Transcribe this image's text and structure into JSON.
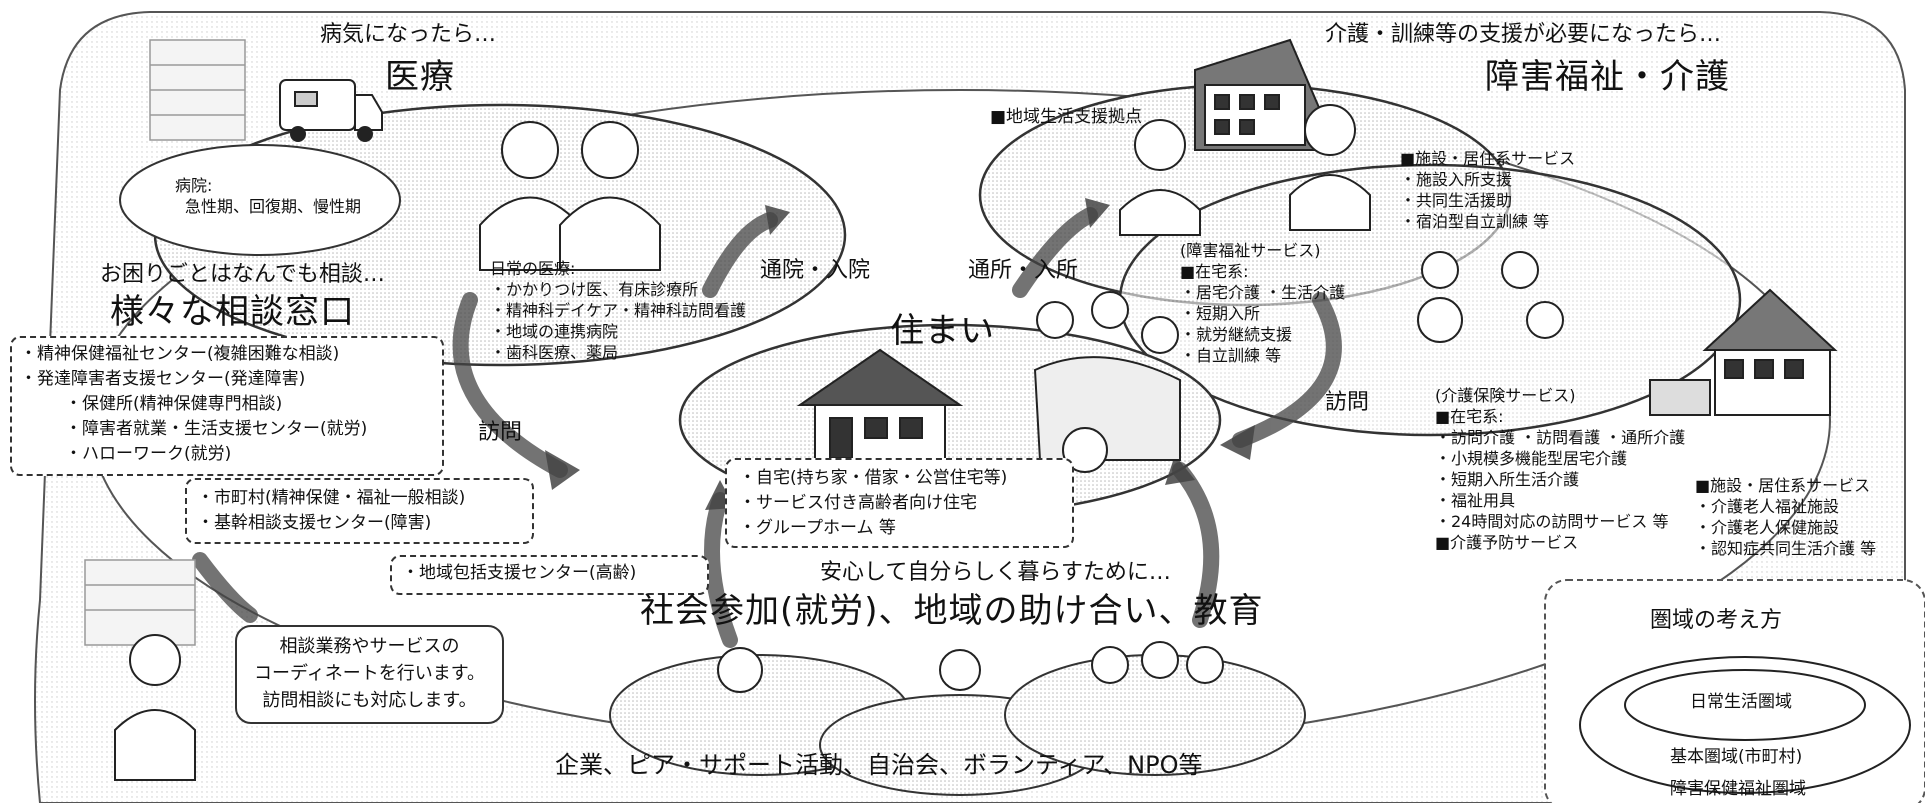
{
  "medical": {
    "lead": "病気になったら…",
    "title": "医療",
    "hospital_lines": [
      "病院:",
      "急性期、回復期、慢性期"
    ],
    "daily_lines": [
      "日常の医療:",
      "・かかりつけ医、有床診療所",
      "・精神科デイケア・精神科訪問看護",
      "・地域の連携病院",
      "・歯科医療、薬局"
    ]
  },
  "welfare": {
    "lead": "介護・訓練等の支援が必要になったら…",
    "title": "障害福祉・介護",
    "hub_label": "■地域生活支援拠点",
    "facility_lines": [
      "■施設・居住系サービス",
      "・施設入所支援",
      "・共同生活援助",
      "・宿泊型自立訓練 等"
    ],
    "disability_lines": [
      "(障害福祉サービス)",
      "■在宅系:",
      "・居宅介護 ・生活介護",
      "・短期入所",
      "・就労継続支援",
      "・自立訓練 等"
    ],
    "care_lines": [
      "(介護保険サービス)",
      "■在宅系:",
      "・訪問介護 ・訪問看護 ・通所介護",
      "・小規模多機能型居宅介護",
      "・短期入所生活介護",
      "・福祉用具",
      "・24時間対応の訪問サービス 等",
      "■介護予防サービス"
    ],
    "care_facility_lines": [
      "■施設・居住系サービス",
      "・介護老人福祉施設",
      "・介護老人保健施設",
      "・認知症共同生活介護 等"
    ]
  },
  "consult": {
    "lead": "お困りごとはなんでも相談…",
    "title": "様々な相談窓口",
    "lines": [
      "・精神保健福祉センター(複雑困難な相談)",
      "・発達障害者支援センター(発達障害)",
      "・保健所(精神保健専門相談)",
      "・障害者就業・生活支援センター(就労)",
      "・ハローワーク(就労)"
    ],
    "municipal_lines": [
      "・市町村(精神保健・福祉一般相談)",
      "・基幹相談支援センター(障害)"
    ],
    "elderly_line": "・地域包括支援センター(高齢)",
    "coordinator_lines": [
      "相談業務やサービスの",
      "コーディネートを行います。",
      "訪問相談にも対応します。"
    ]
  },
  "housing": {
    "title": "住まい",
    "lines": [
      "・自宅(持ち家・借家・公営住宅等)",
      "・サービス付き高齢者向け住宅",
      "・グループホーム 等"
    ]
  },
  "arrows": {
    "visit_left": "訪問",
    "visit_right": "訪問",
    "hospital_route": "通院・入院",
    "daycare_route": "通所・入所"
  },
  "community": {
    "lead": "安心して自分らしく暮らすために…",
    "title": "社会参加(就労)、地域の助け合い、教育",
    "bottom": "企業、ピア・サポート活動、自治会、ボランティア、NPO等"
  },
  "zones": {
    "title": "圏域の考え方",
    "inner": "日常生活圏域",
    "middle": "基本圏域(市町村)",
    "outer": "障害保健福祉圏域"
  }
}
